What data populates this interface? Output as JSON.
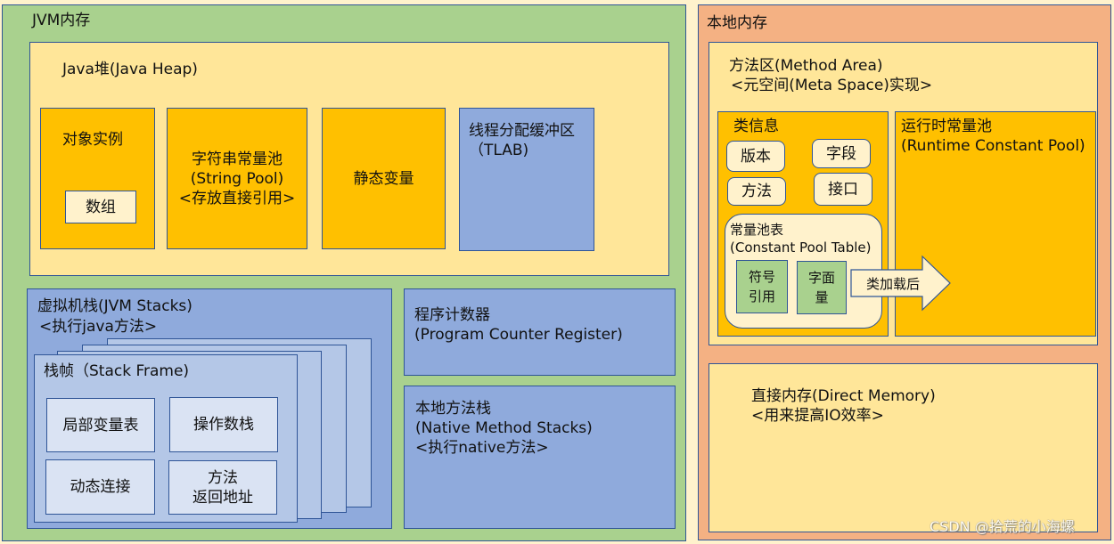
{
  "jvm": {
    "title": "JVM内存",
    "heap": {
      "title": "Java堆(Java Heap)",
      "object": "对象实例",
      "array": "数组",
      "string_pool": "字符串常量池\n(String Pool)\n<存放直接引用>",
      "static": "静态变量",
      "tlab": "线程分配缓冲区\n（TLAB)"
    },
    "stacks": {
      "title": "虚拟机栈(JVM Stacks)",
      "subtitle": "<执行java方法>",
      "frame": "栈帧（Stack Frame)",
      "local_vars": "局部变量表",
      "operand": "操作数栈",
      "dynamic_link": "动态连接",
      "return_addr": "方法\n返回地址"
    },
    "pc": {
      "title": "程序计数器",
      "subtitle": "(Program Counter Register)"
    },
    "native": {
      "title": "本地方法栈",
      "subtitle": "(Native Method Stacks)",
      "note": "<执行native方法>"
    }
  },
  "local": {
    "title": "本地内存",
    "method_area": {
      "title": "方法区(Method Area)",
      "subtitle": "<元空间(Meta Space)实现>",
      "class_info": {
        "title": "类信息",
        "version": "版本",
        "field": "字段",
        "method": "方法",
        "interface": "接口",
        "cpt": {
          "title": "常量池表",
          "subtitle": "(Constant Pool Table)",
          "symbol": "符号\n引用",
          "literal": "字面\n量"
        }
      },
      "arrow": "类加载后",
      "runtime_pool": {
        "title": "运行时常量池",
        "subtitle": "(Runtime Constant Pool)"
      }
    },
    "direct": {
      "title": "直接内存(Direct Memory)",
      "subtitle": "<用来提高IO效率>"
    }
  },
  "watermark": "CSDN @拾荒的小海螺"
}
